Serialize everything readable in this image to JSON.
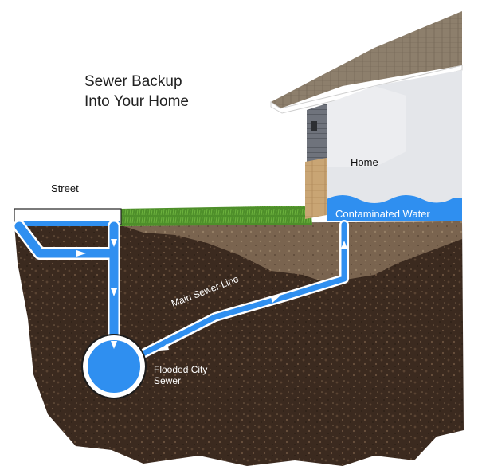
{
  "title": {
    "line1": "Sewer Backup",
    "line2": "Into Your Home"
  },
  "labels": {
    "street": "Street",
    "home": "Home",
    "contaminated_water": "Contaminated Water",
    "main_sewer_line": "Main Sewer Line",
    "flooded_city_sewer_line1": "Flooded City",
    "flooded_city_sewer_line2": "Sewer"
  },
  "colors": {
    "water": "#2f8ff0",
    "pipe_outline": "#ffffff",
    "soil_dark": "#3b2a1f",
    "soil_light": "#7a6450",
    "grass": "#4e8f2a",
    "house_wall": "#e4e6ea",
    "siding": "#6f737c",
    "brick": "#c9a574",
    "roof": "#8d7f6c"
  }
}
